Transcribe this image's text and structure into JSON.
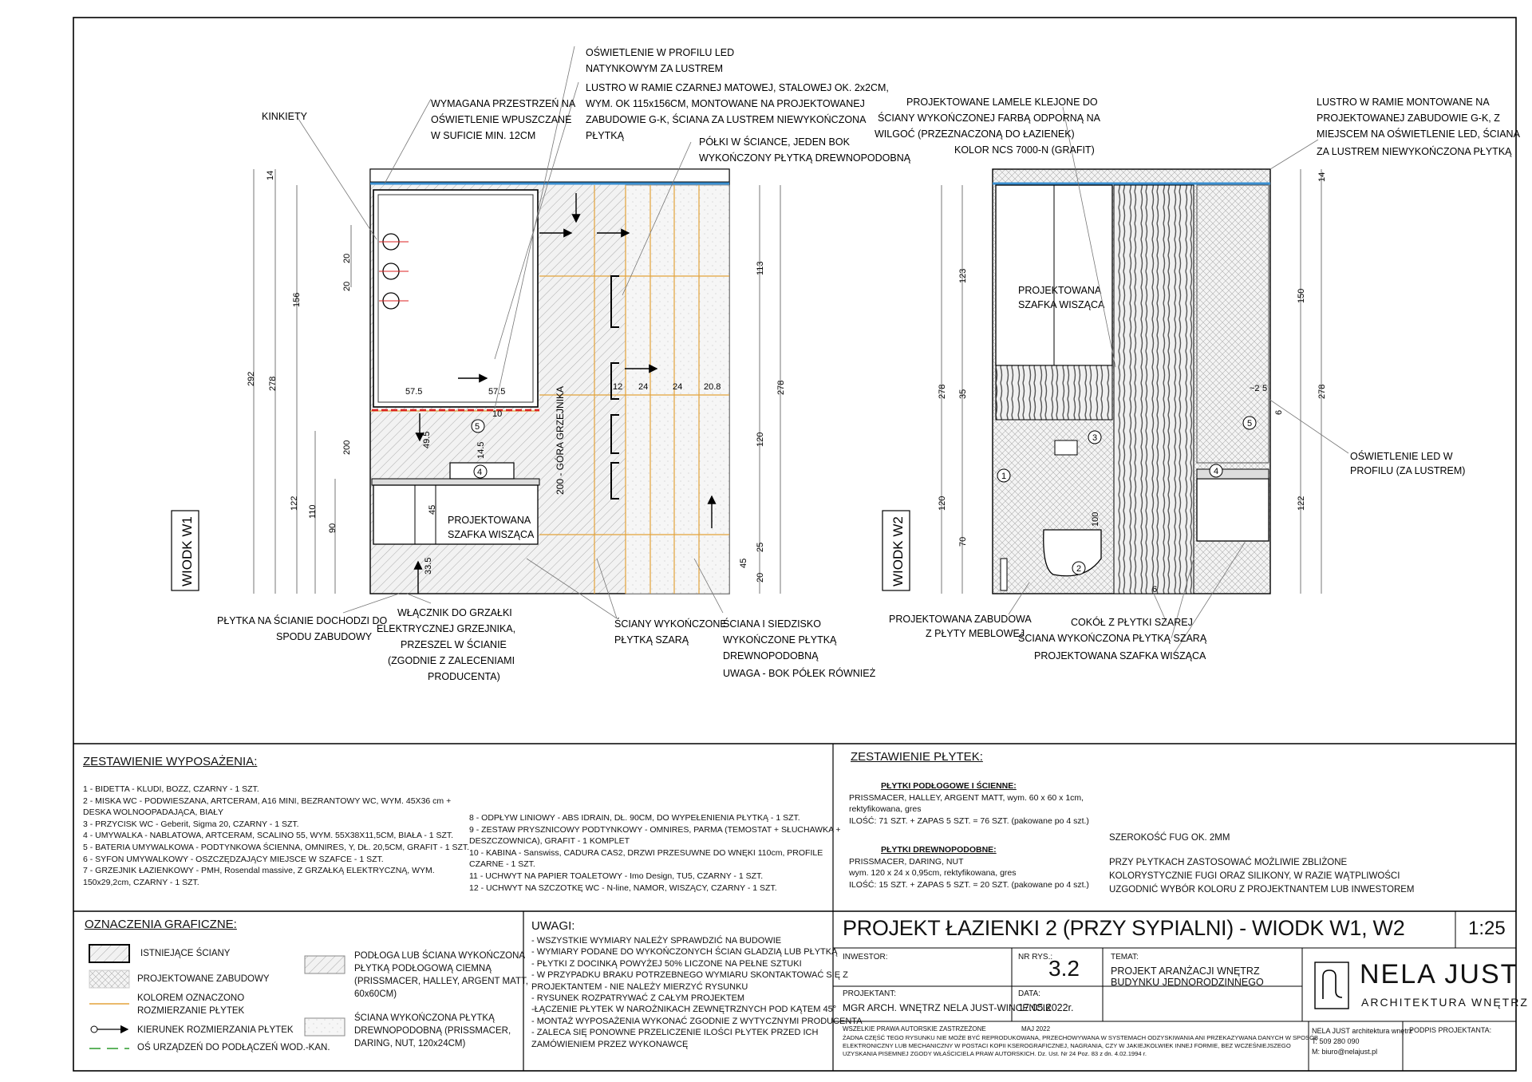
{
  "views": {
    "w1": {
      "label": "WIODK W1",
      "annotations": {
        "kinkiety": "KINKIETY",
        "przestrzen": [
          "WYMAGANA PRZESTRZEŃ NA",
          "OŚWIETLENIE WPUSZCZANE",
          "W SUFICIE MIN. 12CM"
        ],
        "led_profil": [
          "OŚWIETLENIE W PROFILU LED",
          "NATYNKOWYM ZA LUSTREM"
        ],
        "lustro": [
          "LUSTRO W RAMIE CZARNEJ MATOWEJ, STALOWEJ OK. 2x2CM,",
          "WYM. OK 115x156CM, MONTOWANE NA PROJEKTOWANEJ",
          "ZABUDOWIE G-K, ŚCIANA ZA LUSTREM NIEWYKOŃCZONA",
          "PŁYTKĄ"
        ],
        "polki": [
          "PÓŁKI  W ŚCIANCE, JEDEN BOK",
          "WYKOŃCZONY PŁYTKĄ DREWNOPODOBNĄ"
        ],
        "plytka_spod": [
          "PŁYTKA NA ŚCIANIE DOCHODZI DO",
          "SPODU ZABUDOWY"
        ],
        "wlacznik": [
          "WŁĄCZNIK DO GRZAŁKI",
          "ELEKTRYCZNEJ GRZEJNIKA,",
          "PRZESZEL W ŚCIANIE",
          "(ZGODNIE Z ZALECENIAMI",
          "PRODUCENTA)"
        ],
        "sciany_szare": [
          "ŚCIANY WYKOŃCZONE",
          "PŁYTKĄ SZARĄ"
        ],
        "siedzisko": [
          "ŚCIANA I SIEDZISKO",
          "WYKOŃCZONE PŁYTKĄ",
          "DREWNOPODOBNĄ",
          "UWAGA - BOK PÓŁEK RÓWNIEŻ"
        ],
        "szafka": [
          "PROJEKTOWANA",
          "SZAFKA WISZĄCA"
        ],
        "grzejnik": "200 - GÓRA GRZEJNIKA"
      },
      "dims": {
        "left": [
          "14",
          "156",
          "292",
          "278",
          "20",
          "20",
          "200",
          "122",
          "110",
          "90"
        ],
        "right": [
          "113",
          "278",
          "120",
          "25",
          "20",
          "45"
        ],
        "inner": [
          "57.5",
          "57.5",
          "10",
          "49.5",
          "14.5",
          "45",
          "33.5",
          "12",
          "24",
          "24",
          "20.8"
        ]
      },
      "markers": [
        "5",
        "4"
      ]
    },
    "w2": {
      "label": "WIODK W2",
      "annotations": {
        "lamele": [
          "PROJEKTOWANE LAMELE KLEJONE DO",
          "ŚCIANY WYKOŃCZONEJ FARBĄ ODPORNĄ NA",
          "WILGOĆ (PRZEZNACZONĄ DO ŁAZIENEK)",
          "KOLOR NCS 7000-N (GRAFIT)"
        ],
        "lustro2": [
          "LUSTRO W RAMIE MONTOWANE NA",
          "PROJEKTOWANEJ ZABUDOWIE G-K, Z",
          "MIEJSCEM NA OŚWIETLENIE LED, ŚCIANA",
          "ZA LUSTREM NIEWYKOŃCZONA PŁYTKĄ"
        ],
        "szafka2": [
          "PROJEKTOWANA",
          "SZAFKA WISZĄCA"
        ],
        "led2": [
          "OŚWIETLENIE LED W",
          "PROFILU (ZA LUSTREM)"
        ],
        "zabudowa": [
          "PROJEKTOWANA ZABUDOWA",
          "Z PŁYTY MEBLOWEJ"
        ],
        "cokol": "COKÓŁ Z PŁYTKI SZAREJ",
        "sciana_szara": "ŚCIANA WYKOŃCZONA PŁYTKĄ SZARĄ",
        "szafka3": "PROJEKTOWANA SZAFKA WISZĄCA"
      },
      "dims": {
        "left": [
          "123",
          "278",
          "35",
          "120",
          "70"
        ],
        "right": [
          "14",
          "150",
          "278",
          "122"
        ],
        "inner": [
          "100",
          "~2",
          "5",
          "6",
          "6"
        ]
      },
      "markers": [
        "1",
        "2",
        "3",
        "4",
        "5"
      ]
    }
  },
  "equipment": {
    "title": "ZESTAWIENIE WYPOSAŻENIA:",
    "col1": [
      "1 - BIDETTA - KLUDI, BOZZ, CZARNY - 1 SZT.",
      "2 - MISKA WC - PODWIESZANA, ARTCERAM, A16 MINI, BEZRANTOWY WC, WYM. 45X36 cm +",
      "DESKA WOLNOOPADAJĄCA, BIAŁY",
      "3 - PRZYCISK WC - Geberit, Sigma 20, CZARNY - 1 SZT.",
      "4 - UMYWALKA - NABLATOWA, ARTCERAM,  SCALINO 55, WYM. 55X38X11,5CM, BIAŁA - 1 SZT.",
      "5 - BATERIA UMYWALKOWA - PODTYNKOWA ŚCIENNA, OMNIRES, Y, DŁ. 20,5CM, GRAFIT - 1 SZT.",
      "6 - SYFON UMYWALKOWY -  OSZCZĘDZAJĄCY MIEJSCE W SZAFCE - 1 SZT.",
      "7 - GRZEJNIK ŁAZIENKOWY - PMH, Rosendal massive, Z GRZAŁKĄ ELEKTRYCZNĄ, WYM.",
      "150x29,2cm, CZARNY - 1 SZT."
    ],
    "col2": [
      "8 - ODPŁYW LINIOWY - ABS IDRAIN, DŁ. 90CM, DO WYPEŁENIENIA PŁYTKĄ - 1 SZT.",
      "9 - ZESTAW PRYSZNICOWY PODTYNKOWY - OMNIRES, PARMA (TEMOSTAT + SŁUCHAWKA +",
      "DESZCZOWNICA), GRAFIT - 1 KOMPLET",
      "10 - KABINA - Sanswiss, CADURA CAS2, DRZWI PRZESUWNE DO WNĘKI 110cm, PROFILE",
      "CZARNE - 1 SZT.",
      "11 - UCHWYT NA PAPIER TOALETOWY - Imo Design, TU5, CZARNY - 1 SZT.",
      "12 - UCHWYT NA SZCZOTKĘ WC - N-line, NAMOR, WISZĄCY, CZARNY - 1 SZT."
    ]
  },
  "tiles": {
    "title": "ZESTAWIENIE PŁYTEK:",
    "floor_title": "PŁYTKI PODŁOGOWE I ŚCIENNE:",
    "floor_lines": [
      "PRISSMACER, HALLEY, ARGENT MATT, wym. 60 x 60 x 1cm,",
      "rektyfikowana, gres",
      "ILOŚĆ: 71 SZT. + ZAPAS 5 SZT. = 76 SZT. (pakowane po 4 szt.)"
    ],
    "wood_title": "PŁYTKI DREWNOPODOBNE:",
    "wood_lines": [
      "PRISSMACER, DARING, NUT",
      "wym. 120 x 24 x 0,95cm, rektyfikowana, gres",
      "ILOŚĆ: 15 SZT. + ZAPAS 5 SZT. = 20 SZT. (pakowane po 4 szt.)"
    ],
    "fuga": "SZEROKOŚĆ FUG OK. 2MM",
    "fuga_notes": [
      "PRZY PŁYTKACH ZASTOSOWAĆ MOŻLIWIE ZBLIŻONE",
      "KOLORYSTYCZNIE FUGI ORAZ SILIKONY, W RAZIE WĄTPLIWOŚCI",
      "UZGODNIĆ WYBÓR KOLORU Z PROJEKTNANTEM LUB INWESTOREM"
    ]
  },
  "legend": {
    "title": "OZNACZENIA GRAFICZNE:",
    "items": [
      "ISTNIEJĄCE ŚCIANY",
      "PROJEKTOWANE ZABUDOWY",
      "KOLOREM OZNACZONO",
      "ROZMIERZANIE PŁYTEK",
      "KIERUNEK ROZMIERZANIA PŁYTEK",
      "OŚ URZĄDZEŃ DO PODŁĄCZEŃ WOD.-KAN."
    ],
    "items2": [
      "PODŁOGA LUB ŚCIANA WYKOŃCZONA",
      "PŁYTKĄ PODŁOGOWĄ CIEMNĄ",
      "(PRISSMACER, HALLEY, ARGENT MATT,",
      "60x60CM)",
      "ŚCIANA WYKOŃCZONA PŁYTKĄ",
      "DREWNOPODOBNĄ (PRISSMACER,",
      "DARING, NUT, 120x24CM)"
    ]
  },
  "remarks": {
    "title": "UWAGI:",
    "lines": [
      "- WSZYSTKIE WYMIARY NALEŻY SPRAWDZIĆ NA BUDOWIE",
      "- WYMIARY PODANE DO WYKOŃCZONYCH ŚCIAN GLADZIĄ LUB PŁYTKĄ",
      "- PŁYTKI Z DOCINKĄ POWYŻEJ 50% LICZONE NA PEŁNE SZTUKI",
      "- W PRZYPADKU BRAKU POTRZEBNEGO WYMIARU SKONTAKTOWAĆ SIĘ Z",
      "PROJEKTANTEM - NIE NALEŻY MIERZYĆ RYSUNKU",
      "- RYSUNEK ROZPATRYWAĆ Z CAŁYM PROJEKTEM",
      "-ŁĄCZENIE PŁYTEK W NAROŻNIKACH ZEWNĘTRZNYCH POD KĄTEM 45°",
      "- MONTAŻ WYPOSAŻENIA WYKONAĆ ZGODNIE Z WYTYCZNYMI PRODUCENTA",
      "- ZALECA SIĘ PONOWNE PRZELICZENIE ILOŚCI PŁYTEK PRZED ICH",
      "ZAMÓWIENIEM PRZEZ WYKONAWCĘ"
    ]
  },
  "titleblock": {
    "title": "PROJEKT ŁAZIENKI 2 (PRZY SYPIALNI) - WIODK W1, W2",
    "scale": "1:25",
    "inwestor_label": "INWESTOR:",
    "nr_label": "NR RYS.:",
    "nr": "3.2",
    "temat_label": "TEMAT:",
    "temat": [
      "PROJEKT ARANŻACJI WNĘTRZ",
      "BUDYNKU JEDNORODZINNEGO"
    ],
    "projektant_label": "PROJEKTANT:",
    "projektant": "MGR ARCH. WNĘTRZ  NELA JUST-WINCENCIK",
    "data_label": "DATA:",
    "data": "17.05.2022r.",
    "brand": "NELA JUST",
    "brand_sub": "ARCHITEKTURA WNĘTRZ",
    "copyright_head": "WSZELKIE PRAWA AUTORSKIE ZASTRZEŻONE",
    "copyright_date": "MAJ 2022",
    "copyright": [
      "ŻADNA CZĘŚĆ TEGO RYSUNKU NIE MOŻE BYĆ REPRODUKOWANA, PRZECHOWYWANA W  SYSTEMACH ODZYSKIWANIA  ANI  PRZEKAZYWANA  DANYCH W  SPOSÓB",
      "ELEKTRONICZNY LUB MECHANICZNY W  POSTACI KOPII KSEROGRAFICZNEJ, NAGRANIA, CZY W JAKIEJKOLWIEK INNEJ FORMIE, BEZ WCZEŚNIEJSZEGO",
      "UZYSKANIA PISEMNEJ  ZGODY WŁAŚCICIELA PRAW AUTORSKICH.     Dz. Ust. Nr 24 Poz. 83 z dn. 4.02.1994 r."
    ],
    "contact": [
      "NELA JUST architektura wnętrz",
      "T: 509 280 090",
      "M: biuro@nelajust.pl"
    ],
    "podpis": "PODPIS PROJEKTANTA:"
  }
}
